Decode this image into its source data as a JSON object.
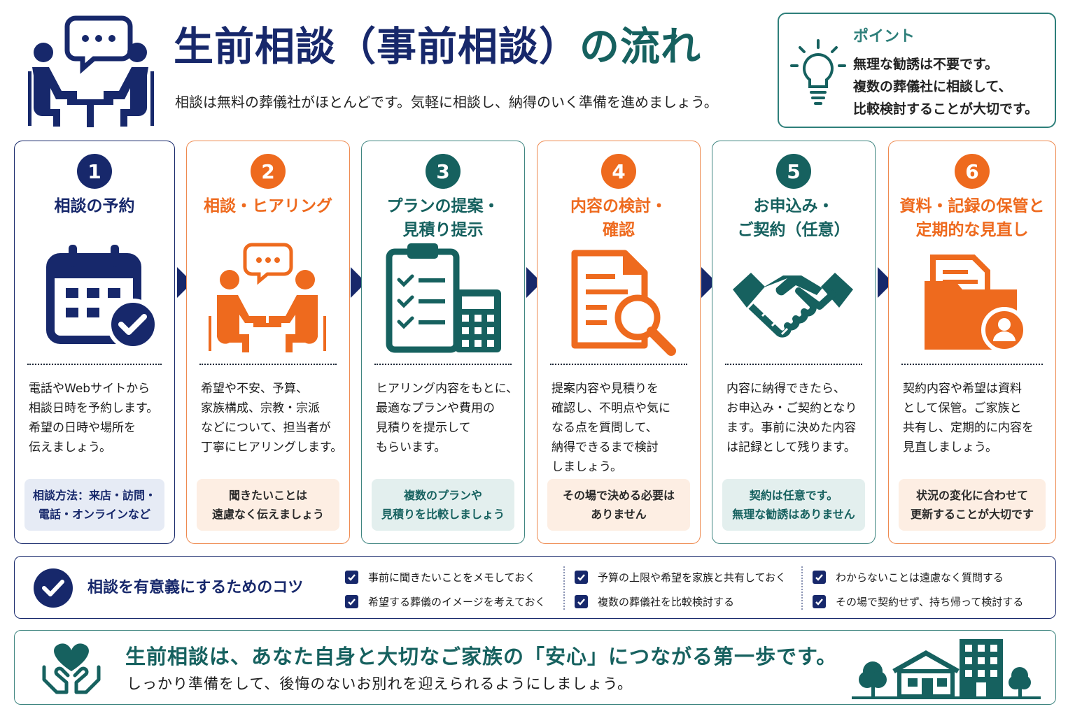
{
  "header": {
    "title_main": "生前相談（事前相談）",
    "title_suffix": "の流れ",
    "subtitle": "相談は無料の葬儀社がほとんどです。気軽に相談し、納得のいく準備を進めましょう。"
  },
  "point": {
    "title": "ポイント",
    "lines": [
      "無理な勧誘は不要です。",
      "複数の葬儀社に相談して、",
      "比較検討することが大切です。"
    ]
  },
  "steps": [
    {
      "number": "1",
      "title": [
        "相談の予約",
        ""
      ],
      "icon": "calendar-check-icon",
      "desc": [
        "電話やWebサイトから",
        "相談日時を予約します。",
        "希望の日時や場所を",
        "伝えましょう。",
        ""
      ],
      "note": [
        "相談方法：来店・訪問・",
        "電話・オンラインなど"
      ]
    },
    {
      "number": "2",
      "title": [
        "相談・ヒアリング",
        ""
      ],
      "icon": "consultation-meeting-icon",
      "desc": [
        "希望や不安、予算、",
        "家族構成、宗教・宗派",
        "などについて、担当者が",
        "丁寧にヒアリングします。",
        ""
      ],
      "note": [
        "聞きたいことは",
        "遠慮なく伝えましょう"
      ]
    },
    {
      "number": "3",
      "title": [
        "プランの提案・",
        "見積り提示"
      ],
      "icon": "clipboard-calculator-icon",
      "desc": [
        "ヒアリング内容をもとに、",
        "最適なプランや費用の",
        "見積りを提示して",
        "もらいます。",
        ""
      ],
      "note": [
        "複数のプランや",
        "見積りを比較しましょう"
      ]
    },
    {
      "number": "4",
      "title": [
        "内容の検討・",
        "確認"
      ],
      "icon": "document-search-icon",
      "desc": [
        "提案内容や見積りを",
        "確認し、不明点や気に",
        "なる点を質問して、",
        "納得できるまで検討",
        "しましょう。"
      ],
      "note": [
        "その場で決める必要は",
        "ありません"
      ]
    },
    {
      "number": "5",
      "title": [
        "お申込み・",
        "ご契約（任意）"
      ],
      "icon": "handshake-icon",
      "desc": [
        "内容に納得できたら、",
        "お申込み・ご契約となり",
        "ます。事前に決めた内容",
        "は記録として残ります。",
        ""
      ],
      "note": [
        "契約は任意です。",
        "無理な勧誘はありません"
      ]
    },
    {
      "number": "6",
      "title": [
        "資料・記録の保管と",
        "定期的な見直し"
      ],
      "icon": "folder-person-icon",
      "desc": [
        "契約内容や希望は資料",
        "として保管。ご家族と",
        "共有し、定期的に内容を",
        "見直しましょう。",
        ""
      ],
      "note": [
        "状況の変化に合わせて",
        "更新することが大切です"
      ]
    }
  ],
  "tips": {
    "title": "相談を有意義にするためのコツ",
    "items": [
      "事前に聞きたいことをメモしておく",
      "希望する葬儀のイメージを考えておく",
      "予算の上限や希望を家族と共有しておく",
      "複数の葬儀社を比較検討する",
      "わからないことは遠慮なく質問する",
      "その場で契約せず、持ち帰って検討する"
    ]
  },
  "footer": {
    "main": "生前相談は、あなた自身と大切なご家族の「安心」につながる第一歩です。",
    "sub": "しっかり準備をして、後悔のないお別れを迎えられるようにしましょう。"
  },
  "colors": {
    "navy": "#17286b",
    "orange": "#ee6a1e",
    "teal": "#16615f"
  }
}
